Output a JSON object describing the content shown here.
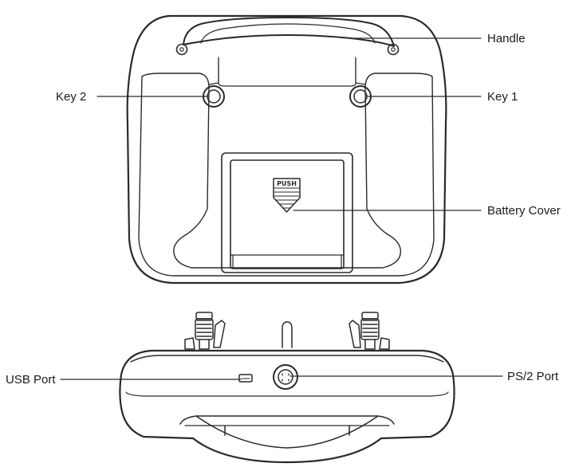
{
  "labels": {
    "handle": "Handle",
    "key1": "Key 1",
    "key2": "Key 2",
    "battery_cover": "Battery Cover",
    "usb_port": "USB Port",
    "ps2_port": "PS/2 Port"
  },
  "battery_cover_marking": "PUSH",
  "colors": {
    "stroke": "#2a2a2a",
    "background": "#ffffff"
  }
}
